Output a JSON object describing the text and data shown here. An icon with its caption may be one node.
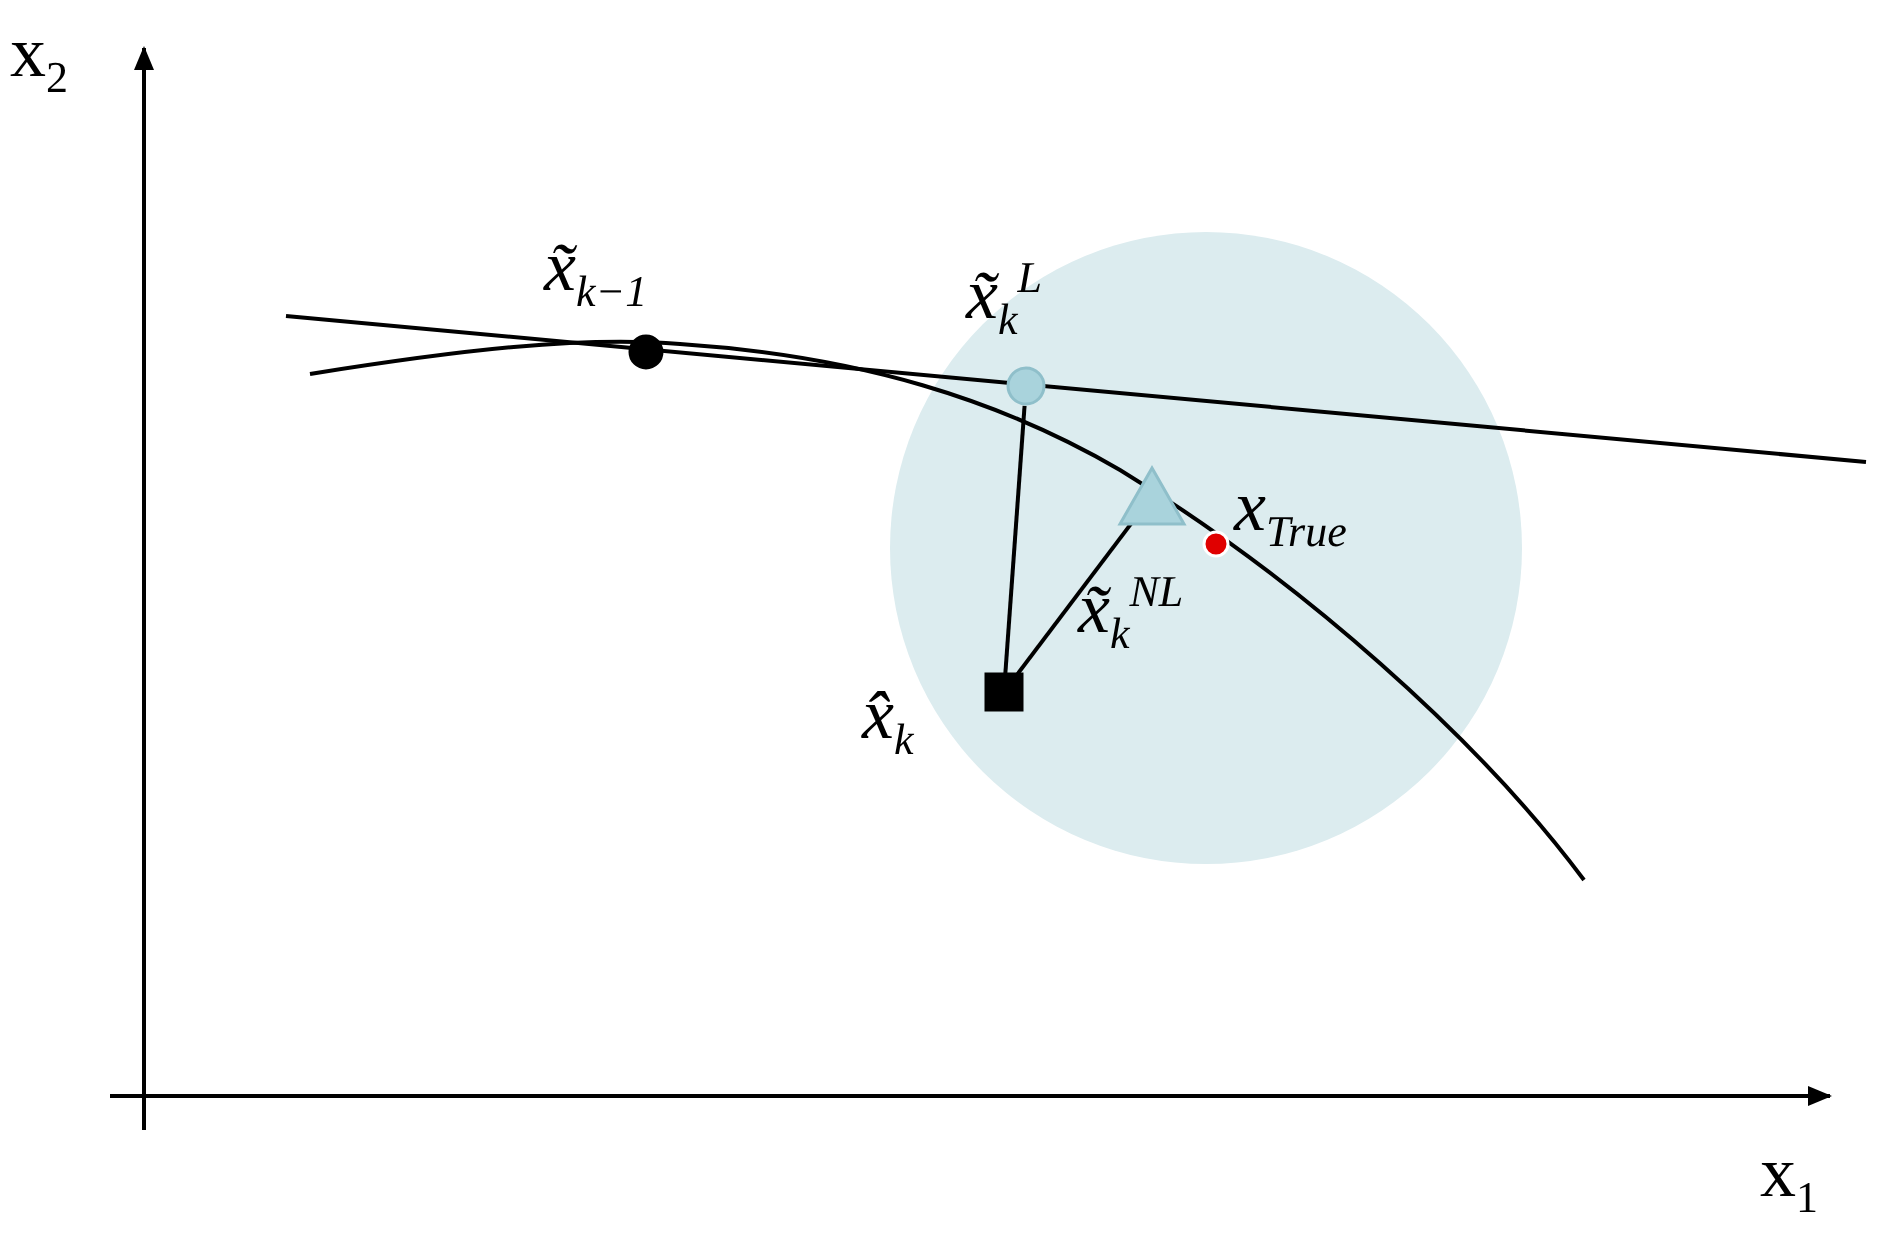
{
  "diagram": {
    "nodes": [
      {
        "text": [],
        "shape": "circle",
        "beside": [
          "x̃$_{k−1}$"
        ]
      },
      {
        "text": [],
        "shape": "circle",
        "beside": [
          "x̃$_{k}$$^{L}$"
        ]
      },
      {
        "text": [],
        "shape": "triangle",
        "beside": [
          "x̃$_{k}$$^{NL}$"
        ]
      },
      {
        "text": [],
        "shape": "circle",
        "beside": [
          "x$_{True}$"
        ]
      },
      {
        "text": [],
        "shape": "box",
        "beside": [
          "x̂$_{k}$"
        ]
      }
    ],
    "edges": [
      {
        "from": 1,
        "to": 4,
        "arrow": "none"
      },
      {
        "from": 4,
        "to": 2,
        "arrow": "none"
      }
    ],
    "labels": [
      "x$_{2}$",
      "x$_{1}$"
    ]
  }
}
